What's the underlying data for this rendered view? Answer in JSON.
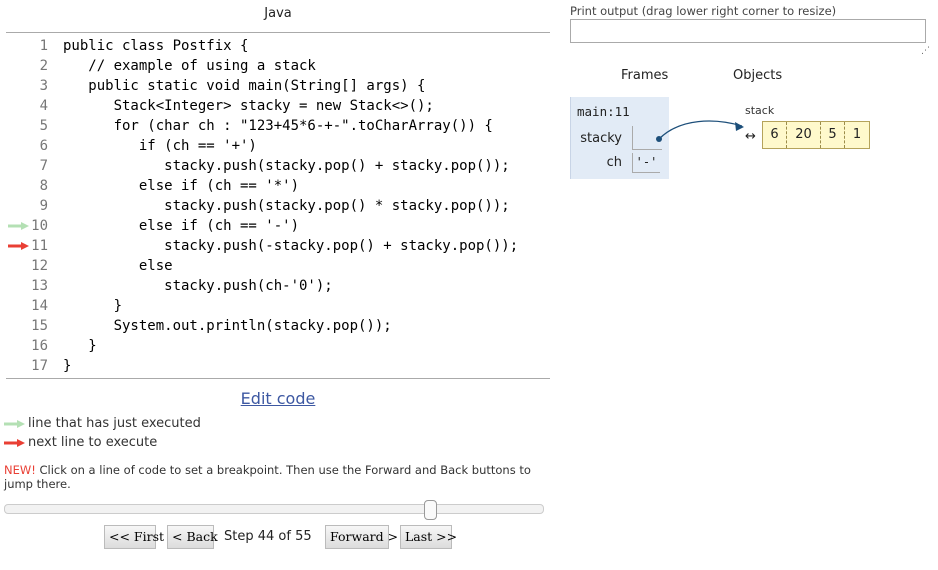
{
  "language": "Java",
  "code": {
    "lines": [
      {
        "no": "1",
        "text": "public class Postfix {"
      },
      {
        "no": "2",
        "text": "   // example of using a stack"
      },
      {
        "no": "3",
        "text": "   public static void main(String[] args) {"
      },
      {
        "no": "4",
        "text": "      Stack<Integer> stacky = new Stack<>();"
      },
      {
        "no": "5",
        "text": "      for (char ch : \"123+45*6-+-\".toCharArray()) {"
      },
      {
        "no": "6",
        "text": "         if (ch == '+')"
      },
      {
        "no": "7",
        "text": "            stacky.push(stacky.pop() + stacky.pop());"
      },
      {
        "no": "8",
        "text": "         else if (ch == '*')"
      },
      {
        "no": "9",
        "text": "            stacky.push(stacky.pop() * stacky.pop());"
      },
      {
        "no": "10",
        "text": "         else if (ch == '-')"
      },
      {
        "no": "11",
        "text": "            stacky.push(-stacky.pop() + stacky.pop());"
      },
      {
        "no": "12",
        "text": "         else"
      },
      {
        "no": "13",
        "text": "            stacky.push(ch-'0');"
      },
      {
        "no": "14",
        "text": "      }"
      },
      {
        "no": "15",
        "text": "      System.out.println(stacky.pop());"
      },
      {
        "no": "16",
        "text": "   }"
      },
      {
        "no": "17",
        "text": "}"
      }
    ],
    "just_executed_line": 10,
    "next_line": 11
  },
  "edit_code_link": "Edit code",
  "legend": {
    "just_executed": "line that has just executed",
    "next_to_execute": "next line to execute"
  },
  "breakpoint_note": {
    "new_label": "NEW!",
    "text": " Click on a line of code to set a breakpoint. Then use the Forward and Back buttons to jump there."
  },
  "navigation": {
    "first": "<< First",
    "back": "< Back",
    "step_text": "Step 44 of 55",
    "current_step": 44,
    "total_steps": 55,
    "forward": "Forward >",
    "last": "Last >>"
  },
  "output": {
    "label": "Print output (drag lower right corner to resize)",
    "value": ""
  },
  "visualization": {
    "frames_heading": "Frames",
    "objects_heading": "Objects",
    "frame": {
      "title": "main:11",
      "variables": [
        {
          "name": "stacky",
          "value": "pointer"
        },
        {
          "name": "ch",
          "value": "'-'"
        }
      ]
    },
    "stack_object": {
      "label": "stack",
      "items": [
        "6",
        "20",
        "5",
        "1"
      ]
    }
  },
  "colors": {
    "just_executed_arrow": "#b4e0b4",
    "next_line_arrow": "#e93f34",
    "link": "#3d58a2",
    "frame_bg": "#e2ebf6",
    "stack_bg": "#fff9cc"
  },
  "icons": {
    "just_executed": "light-green-right-arrow",
    "next_line": "red-right-arrow",
    "bidirectional": "left-right-arrow"
  }
}
